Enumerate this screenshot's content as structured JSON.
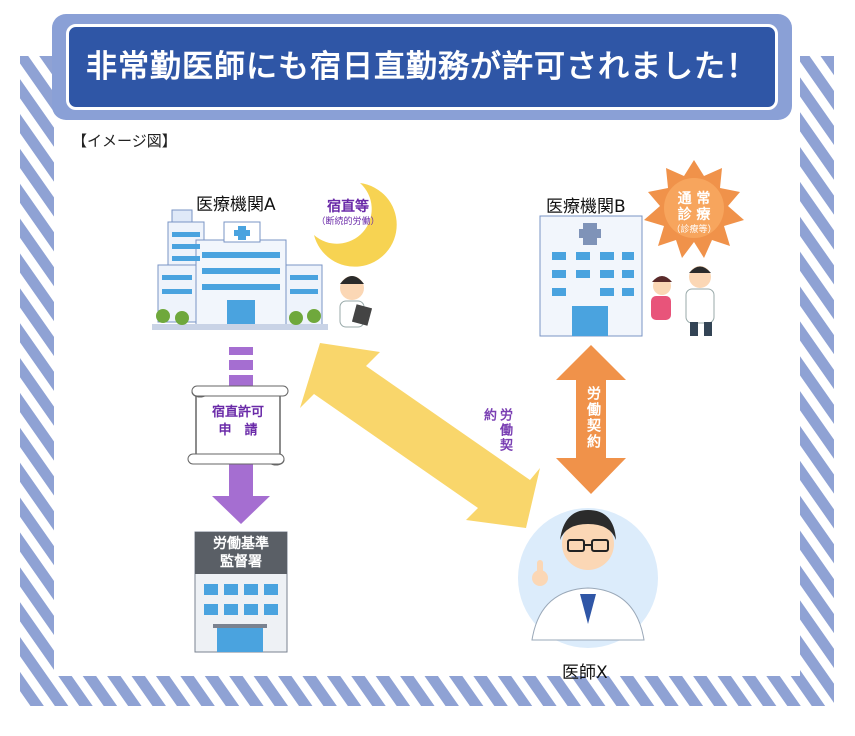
{
  "title": "非常勤医師にも宿日直勤務が許可されました！",
  "caption": "【イメージ図】",
  "hospital_a": {
    "label": "医療機関A",
    "badge_main": "宿直等",
    "badge_sub": "（断続的労働）"
  },
  "hospital_b": {
    "label": "医療機関B",
    "badge_line1": "通 常",
    "badge_line2": "診 療",
    "badge_sub": "（診療等）"
  },
  "application": {
    "line1": "宿直許可",
    "line2": "申　請"
  },
  "labor_office": {
    "line1": "労働基準",
    "line2": "監督署"
  },
  "contract_left": "労働契約",
  "contract_right": "労働契約",
  "doctor_x": {
    "label": "医師X"
  },
  "colors": {
    "title_bg": "#2f56a6",
    "title_border": "#8aa0d6",
    "stripe": "#8fa2d4",
    "arrow_yellow": "#f9d66b",
    "arrow_orange": "#f0924a",
    "arrow_purple": "#a56ed1",
    "building_blue": "#dfe9f8",
    "window_blue": "#4aa3df"
  },
  "icons": [
    "hospital-icon",
    "moon-icon",
    "sun-icon",
    "doctor-icon",
    "scroll-icon",
    "office-building-icon"
  ]
}
